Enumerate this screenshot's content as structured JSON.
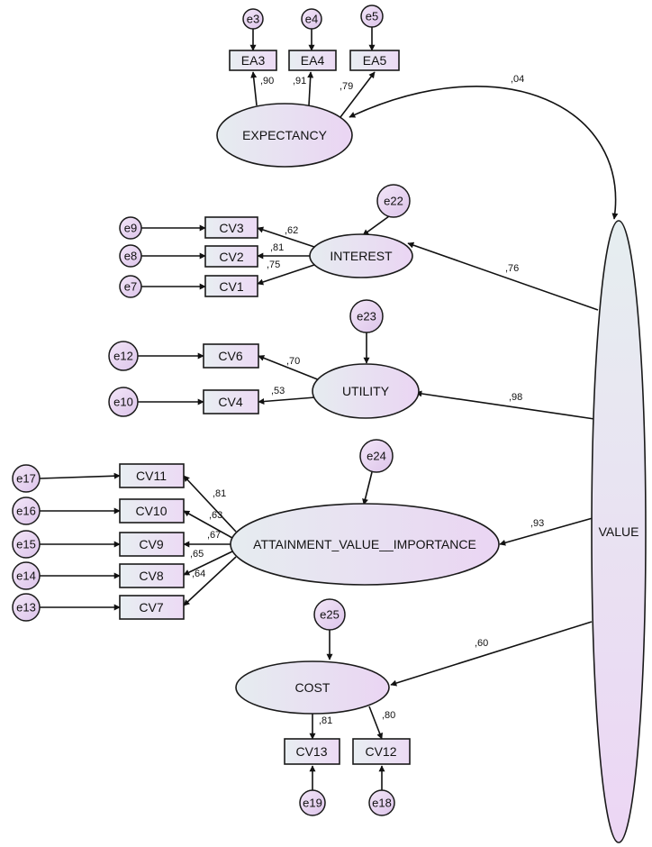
{
  "latents": {
    "value": "VALUE",
    "expectancy": "EXPECTANCY",
    "interest": "INTEREST",
    "utility": "UTILITY",
    "attainment": "ATTAINMENT_VALUE__IMPORTANCE",
    "cost": "COST"
  },
  "indicators": {
    "EA3": "EA3",
    "EA4": "EA4",
    "EA5": "EA5",
    "CV3": "CV3",
    "CV2": "CV2",
    "CV1": "CV1",
    "CV6": "CV6",
    "CV4": "CV4",
    "CV11": "CV11",
    "CV10": "CV10",
    "CV9": "CV9",
    "CV8": "CV8",
    "CV7": "CV7",
    "CV13": "CV13",
    "CV12": "CV12"
  },
  "errors": {
    "e3": "e3",
    "e4": "e4",
    "e5": "e5",
    "e9": "e9",
    "e8": "e8",
    "e7": "e7",
    "e12": "e12",
    "e10": "e10",
    "e17": "e17",
    "e16": "e16",
    "e15": "e15",
    "e14": "e14",
    "e13": "e13",
    "e19": "e19",
    "e18": "e18",
    "e22": "e22",
    "e23": "e23",
    "e24": "e24",
    "e25": "e25"
  },
  "coefficients": {
    "expectancy_value_cov": ",04",
    "EA3": ",90",
    "EA4": ",91",
    "EA5": ",79",
    "CV3": ",62",
    "CV2": ",81",
    "CV1": ",75",
    "CV6": ",70",
    "CV4": ",53",
    "CV11": ",81",
    "CV10": ",63",
    "CV9": ",67",
    "CV8": ",65",
    "CV7": ",64",
    "CV13": ",81",
    "CV12": ",80",
    "value_interest": ",76",
    "value_utility": ",98",
    "value_attainment": ",93",
    "value_cost": ",60"
  },
  "colors": {
    "fill_light": "#e9eef2",
    "fill_purple": "#ead7f3",
    "stroke": "#1a1a1a"
  }
}
